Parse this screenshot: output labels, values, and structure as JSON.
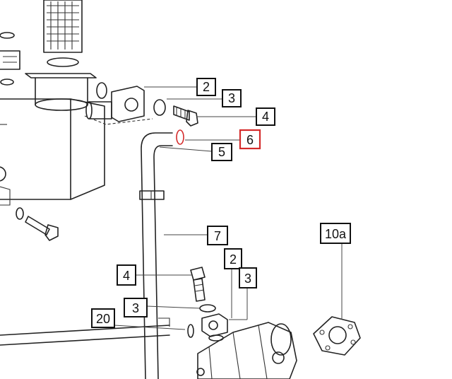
{
  "diagram": {
    "highlight_color": "#d42a2a",
    "callouts": [
      {
        "id": "c-2-top",
        "label": "2",
        "highlighted": false
      },
      {
        "id": "c-3-top",
        "label": "3",
        "highlighted": false
      },
      {
        "id": "c-4-top",
        "label": "4",
        "highlighted": false
      },
      {
        "id": "c-6",
        "label": "6",
        "highlighted": true
      },
      {
        "id": "c-5",
        "label": "5",
        "highlighted": false
      },
      {
        "id": "c-7",
        "label": "7",
        "highlighted": false
      },
      {
        "id": "c-10a",
        "label": "10a",
        "highlighted": false
      },
      {
        "id": "c-2-mid",
        "label": "2",
        "highlighted": false
      },
      {
        "id": "c-3-mid",
        "label": "3",
        "highlighted": false
      },
      {
        "id": "c-4-left",
        "label": "4",
        "highlighted": false
      },
      {
        "id": "c-3-left",
        "label": "3",
        "highlighted": false
      },
      {
        "id": "c-20",
        "label": "20",
        "highlighted": false
      }
    ]
  }
}
